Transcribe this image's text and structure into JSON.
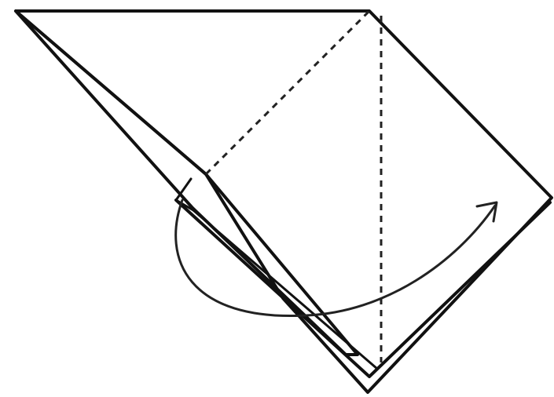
{
  "diagram": {
    "kind": "origami-fold-step",
    "elements": [
      "paper-outline",
      "inner-flap",
      "folded-edge",
      "valley-fold-line-horizontal",
      "valley-fold-line-vertical",
      "fold-direction-arrow"
    ],
    "colors": {
      "stroke": "#111111",
      "background": "#ffffff"
    }
  }
}
